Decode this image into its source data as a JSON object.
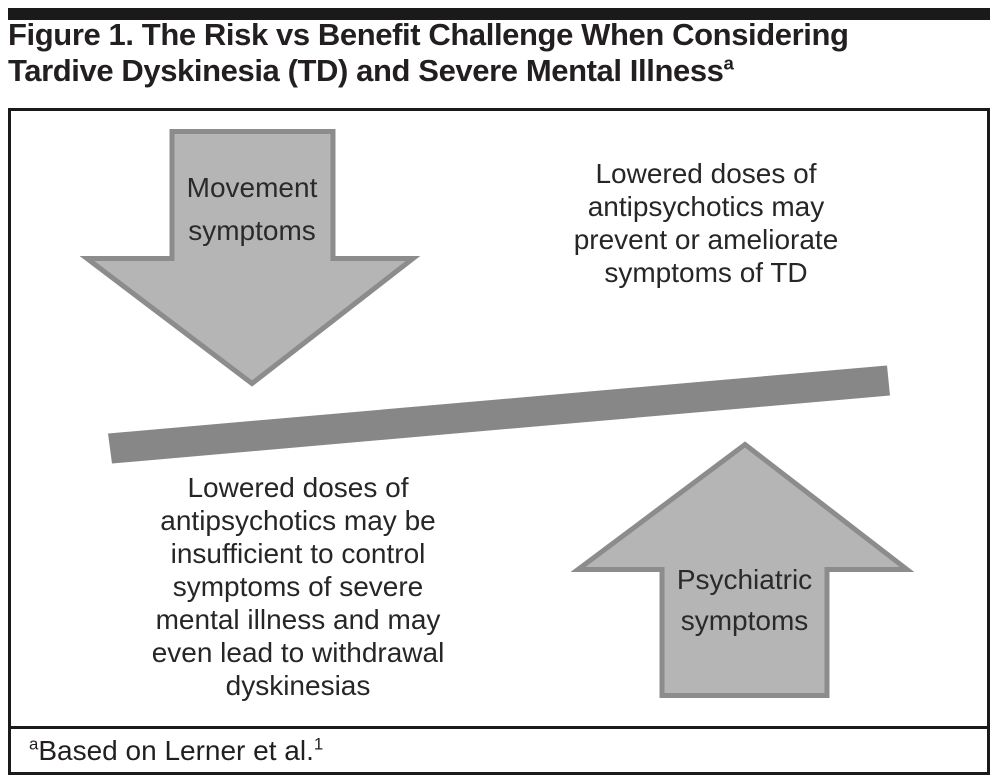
{
  "header": {
    "title_line1": "Figure 1. The Risk vs Benefit Challenge When Considering",
    "title_line2": "Tardive Dyskinesia (TD) and Severe Mental Illness",
    "title_superscript": "a"
  },
  "diagram": {
    "movement_arrow": {
      "direction": "down",
      "lines": [
        "Movement",
        "symptoms"
      ]
    },
    "psychiatric_arrow": {
      "direction": "up",
      "lines": [
        "Psychiatric",
        "symptoms"
      ]
    },
    "benefit_text_lines": [
      "Lowered doses of",
      "antipsychotics may",
      "prevent or ameliorate",
      "symptoms of TD"
    ],
    "risk_text_lines": [
      "Lowered doses of",
      "antipsychotics may be",
      "insufficient to control",
      "symptoms of severe",
      "mental illness and may",
      "even lead to withdrawal",
      "dyskinesias"
    ],
    "colors": {
      "arrow_fill": "#b5b5b5",
      "arrow_stroke": "#8c8c8c",
      "beam_fill": "#878787",
      "rule_black": "#1a1a1a",
      "text": "#262626"
    }
  },
  "footnote": {
    "marker": "a",
    "text": "Based on Lerner et al.",
    "reference_superscript": "1"
  }
}
